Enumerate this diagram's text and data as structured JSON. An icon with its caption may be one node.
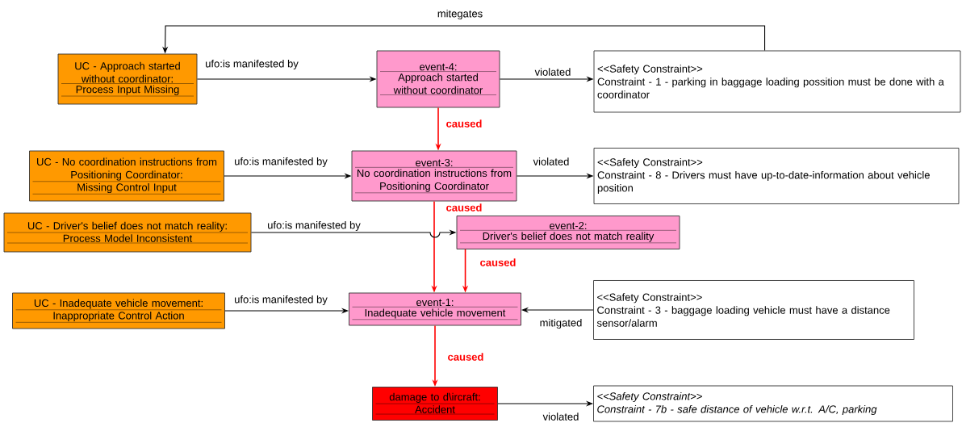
{
  "diagram": {
    "nodes": [
      {
        "text": [
          "UC - Approach started without coordinator:",
          "Process Input Missing"
        ]
      },
      {
        "text": [
          "event-4:",
          "Approach started without coordinator"
        ]
      },
      {
        "text": [
          "<<Safety Constraint>>",
          "Constraint - 1 - parking in baggage loading possition must be done with a coordinator"
        ]
      },
      {
        "text": [
          "UC - No coordination instructions from Positioning Coordinator:",
          "Missing Control Input"
        ]
      },
      {
        "text": [
          "event-3:",
          "No coordination instructions from Positioning Coordinator"
        ]
      },
      {
        "text": [
          "<<Safety Constraint>>",
          "Constraint - 8 - Drivers must have up-to-date-information about vehicle position"
        ]
      },
      {
        "text": [
          "UC - Driver's belief does not match reality:",
          "Process Model Inconsistent"
        ]
      },
      {
        "text": [
          "event-2:",
          "Driver's belief does not match reality"
        ]
      },
      {
        "text": [
          "UC - Inadequate vehicle movement:",
          "Inappropriate Control Action"
        ]
      },
      {
        "text": [
          "event-1:",
          "Inadequate vehicle movement"
        ]
      },
      {
        "text": [
          "<<Safety Constraint>>",
          "Constraint - 3 - baggage loading vehicle must have a distance sensor/alarm"
        ]
      },
      {
        "text": [
          "damage to d\\ircraft:",
          "Accident"
        ]
      },
      {
        "text": [
          "<<Safety Constraint>>",
          "Constraint - 7b - safe distance of vehicle w.r.t. A/C, parking"
        ]
      }
    ],
    "edges": [
      {
        "from": 2,
        "to": 0,
        "arrow": "to",
        "label": "mitegates"
      },
      {
        "from": 0,
        "to": 1,
        "arrow": "to",
        "label": "ufo:is manifested by"
      },
      {
        "from": 1,
        "to": 2,
        "arrow": "to",
        "label": "violated"
      },
      {
        "from": 1,
        "to": 4,
        "arrow": "to",
        "label": "caused",
        "color": "#ff0000"
      },
      {
        "from": 3,
        "to": 4,
        "arrow": "to",
        "label": "ufo:is manifested by"
      },
      {
        "from": 4,
        "to": 5,
        "arrow": "to",
        "label": "violated"
      },
      {
        "from": 4,
        "to": 9,
        "arrow": "to",
        "label": "caused",
        "color": "#ff0000"
      },
      {
        "from": 6,
        "to": 7,
        "arrow": "to",
        "label": "ufo:is manifested by"
      },
      {
        "from": 7,
        "to": 9,
        "arrow": "to",
        "label": "caused",
        "color": "#ff0000"
      },
      {
        "from": 8,
        "to": 9,
        "arrow": "to",
        "label": "ufo:is manifested by"
      },
      {
        "from": 10,
        "to": 9,
        "arrow": "to",
        "label": "mitigated"
      },
      {
        "from": 9,
        "to": 11,
        "arrow": "to",
        "label": "caused",
        "color": "#ff0000"
      },
      {
        "from": 11,
        "to": 12,
        "arrow": "to",
        "label": "violated"
      }
    ]
  }
}
